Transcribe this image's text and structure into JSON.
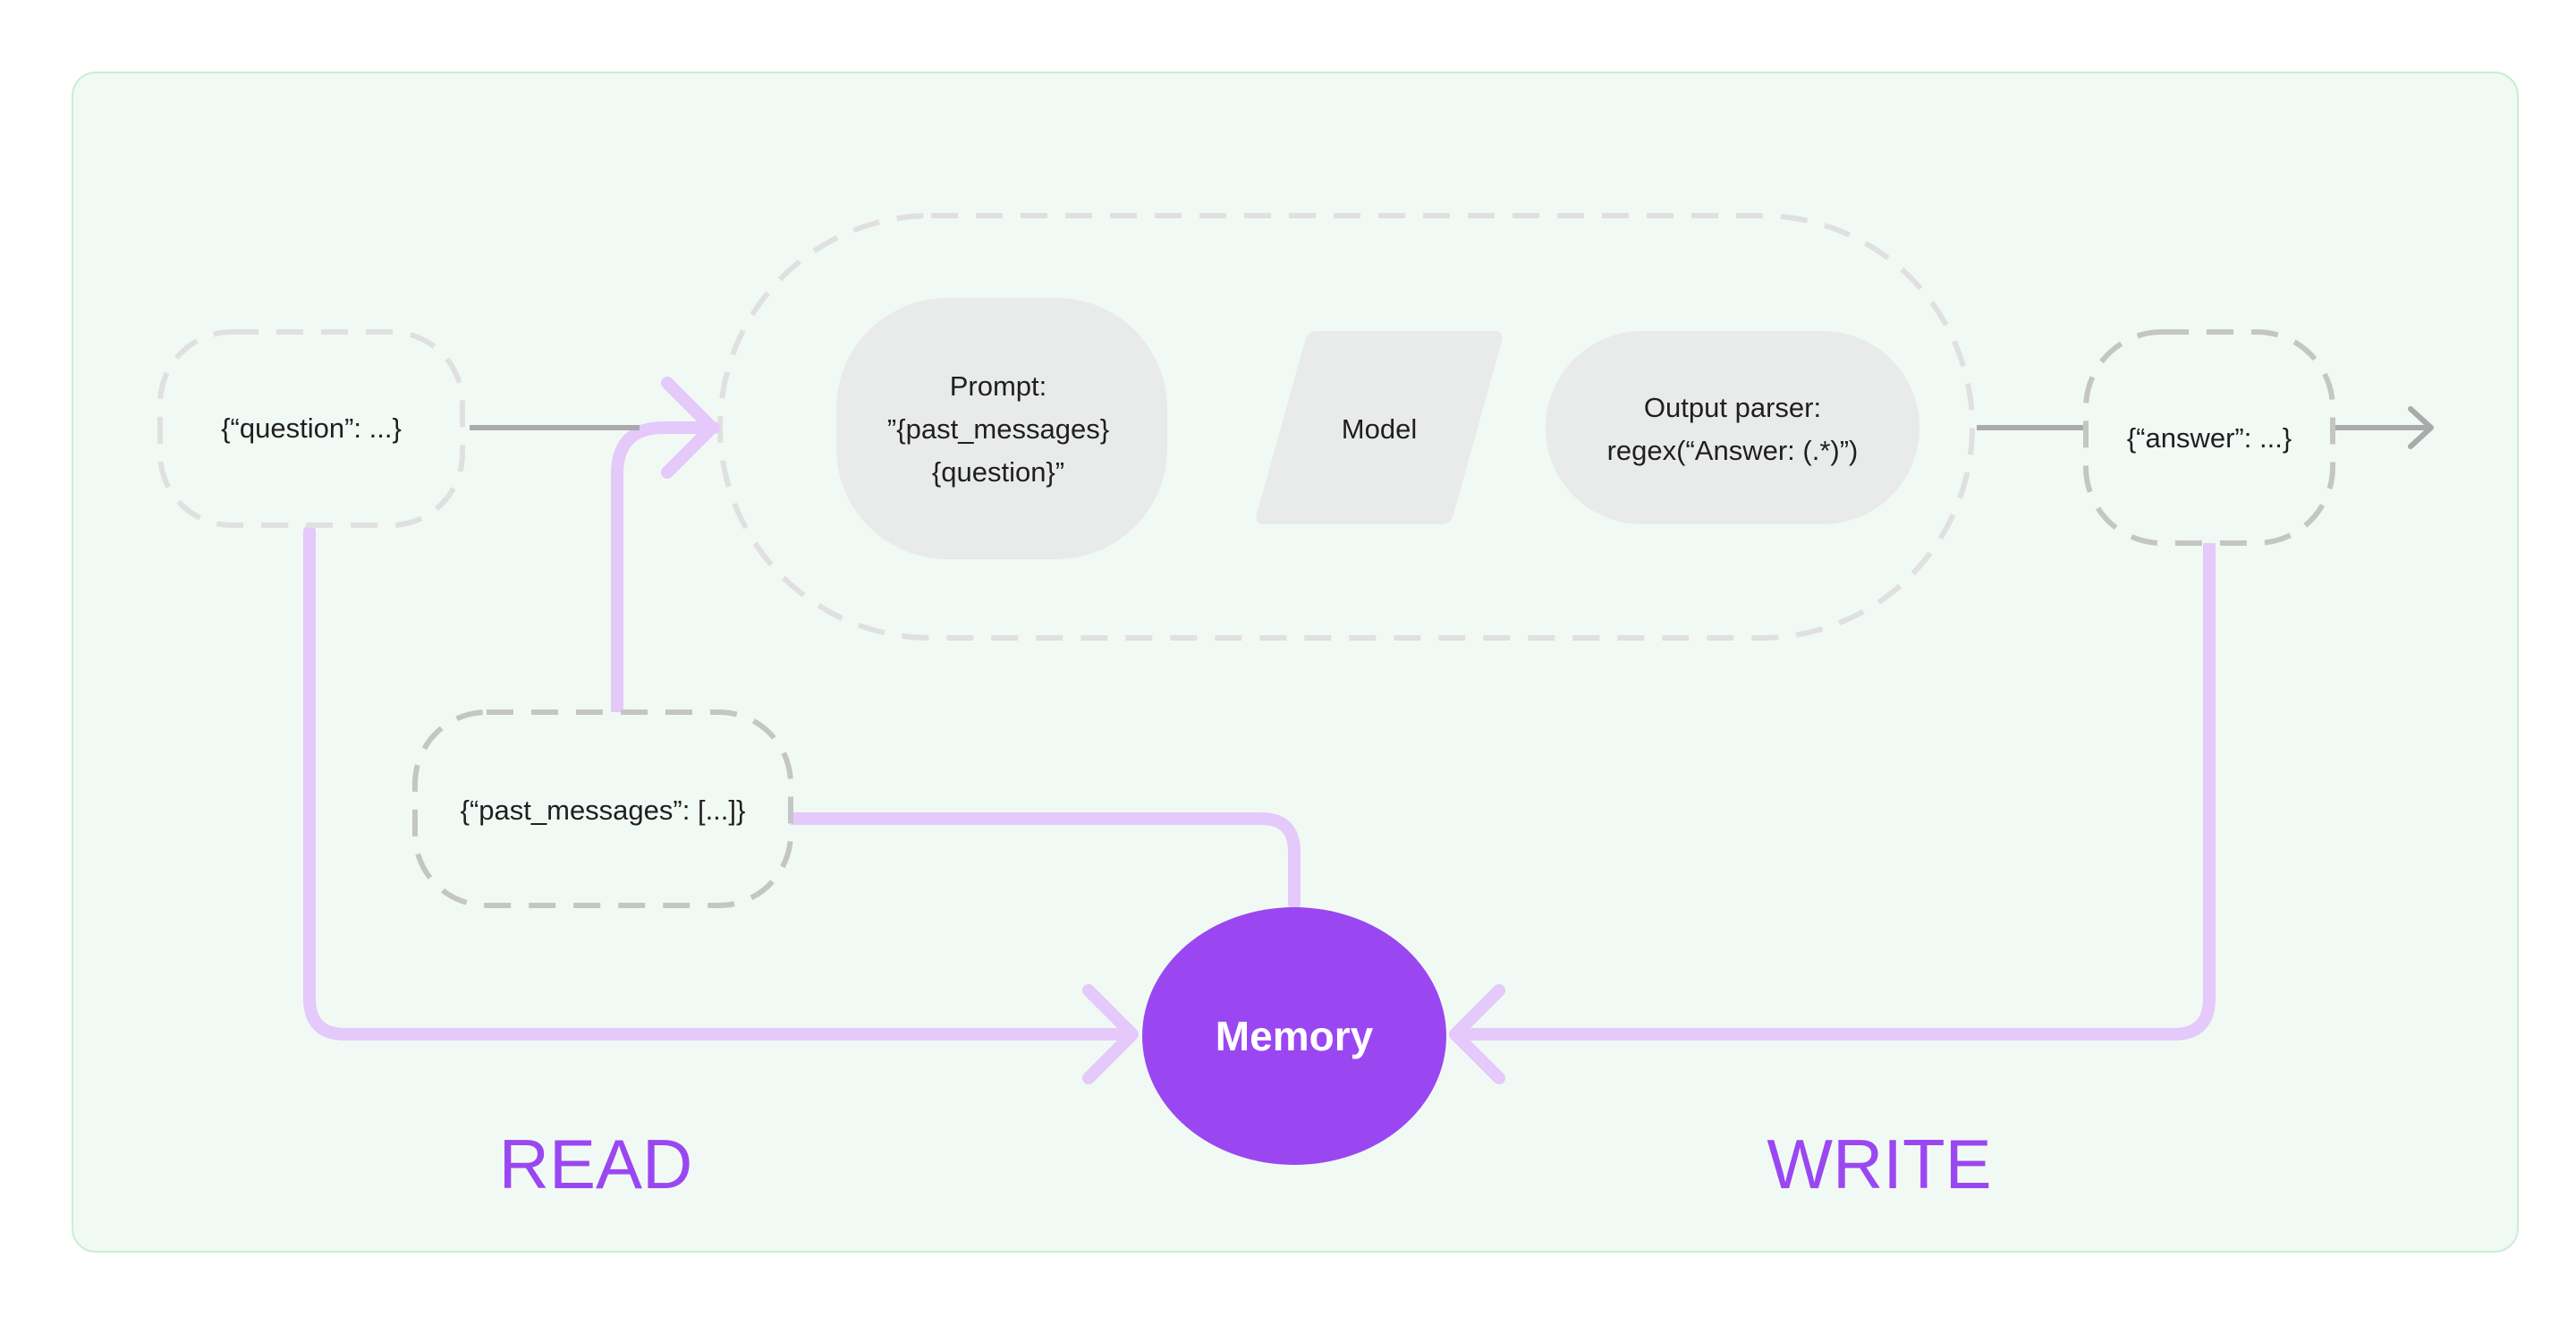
{
  "nodes": {
    "question": "{“question”: ...}",
    "past_messages": "{“past_messages”: [...]}",
    "answer": "{“answer”: ...}",
    "prompt": [
      "Prompt:",
      "”{past_messages}",
      "{question}”"
    ],
    "model": "Model",
    "output_parser": [
      "Output parser:",
      "regex(“Answer: (.*)”)"
    ],
    "memory": "Memory"
  },
  "labels": {
    "read": "READ",
    "write": "WRITE"
  },
  "colors": {
    "panel_bg": "#f1f9f4",
    "panel_border": "#c9edd5",
    "purple_line": "#e4c9fa",
    "memory_fill": "#9a47f2",
    "label_purple": "#9a47f2",
    "node_fill": "#e9eaea",
    "dash_light": "#e0e0e0",
    "dash_dark": "#c4c6c4",
    "gray_line": "#a9aaa9"
  }
}
